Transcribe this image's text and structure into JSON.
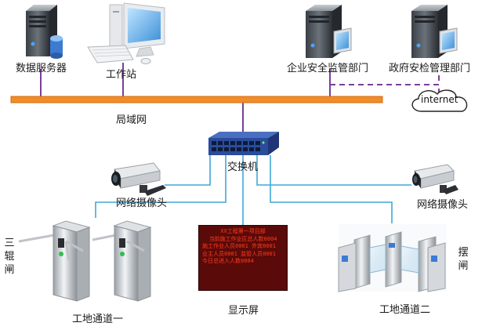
{
  "nodes": {
    "data_server": "数据服务器",
    "workstation": "工作站",
    "enterprise_dept": "企业安全监管部门",
    "government_dept": "政府安检管理部门",
    "internet": "internet",
    "lan": "局域网",
    "switch": "交换机",
    "camera_left": "网络摄像头",
    "camera_right": "网络摄像头",
    "tripod_gate": "三辊闸",
    "swing_gate": "摆闸",
    "display": "显示屏",
    "channel_one": "工地通道一",
    "channel_two": "工地通道二"
  },
  "display_screen": {
    "lines": [
      "XX工程第一项目部",
      "当前施工作业区总人数0004",
      "施工作业人员0001    外宾0001",
      "业主人员0001    监管人员0001",
      "今日总进入人数0004"
    ]
  },
  "colors": {
    "lan_bar": "#f28c28",
    "link_purple": "#7b3f99",
    "link_blue": "#3fa9d6",
    "switch_blue": "#2b4c9a",
    "led_text": "#ff3b1f"
  },
  "icons": [
    "server-icon",
    "workstation-icon",
    "switch-icon",
    "camera-icon",
    "tripod-turnstile-icon",
    "swing-gate-icon",
    "cloud-icon"
  ]
}
